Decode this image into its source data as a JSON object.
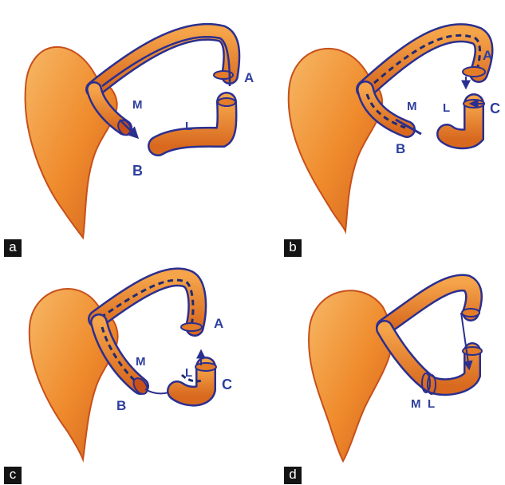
{
  "colors": {
    "organ_fill": "#ef8a2c",
    "organ_light": "#f7b865",
    "organ_dark": "#c7501b",
    "outline": "#2b2f8f",
    "letters": "#2e3f9e",
    "tag_bg": "#141414"
  },
  "panels": [
    {
      "tag": "a",
      "labels": {
        "A": "A",
        "B": "B",
        "M": "M",
        "L": "L"
      }
    },
    {
      "tag": "b",
      "labels": {
        "A": "A",
        "B": "B",
        "C": "C",
        "M": "M",
        "L": "L"
      }
    },
    {
      "tag": "c",
      "labels": {
        "A": "A",
        "B": "B",
        "C": "C",
        "M": "M",
        "L": "L"
      }
    },
    {
      "tag": "d",
      "labels": {
        "M": "M",
        "L": "L"
      }
    }
  ]
}
